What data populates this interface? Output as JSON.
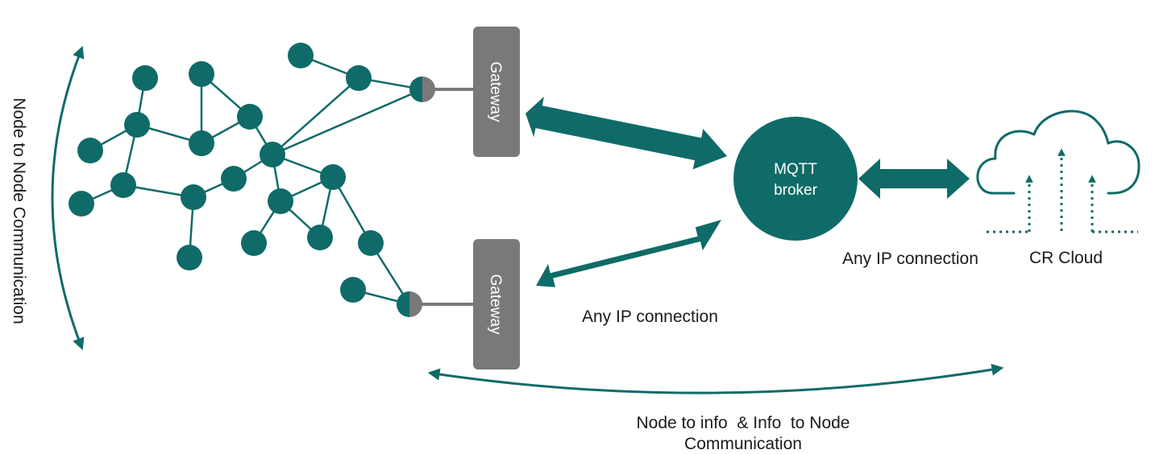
{
  "colors": {
    "teal": "#0f6b68",
    "gateway_gray": "#797979",
    "text_dark": "#1a1a1a",
    "label_white": "#ffffff"
  },
  "labels": {
    "left_vertical": "Node to Node Communication",
    "gateway_top": "Gateway",
    "gateway_bottom": "Gateway",
    "broker_line1": "MQTT",
    "broker_line2": "broker",
    "ip_right": "Any IP connection",
    "cloud": "CR Cloud",
    "ip_bottom": "Any IP connection",
    "bottom_line1": "Node to info  & Info  to Node",
    "bottom_line2": "Communication"
  },
  "icons": {
    "cloud": "cloud-upload-icon"
  }
}
